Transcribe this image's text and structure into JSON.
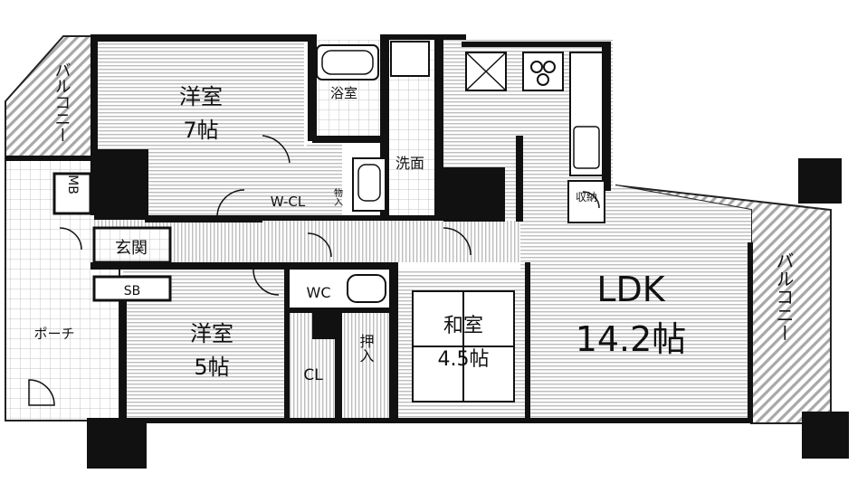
{
  "rooms": {
    "western_room_1": {
      "name": "洋室",
      "size": "7帖"
    },
    "western_room_2": {
      "name": "洋室",
      "size": "5帖"
    },
    "japanese_room": {
      "name": "和室",
      "size": "4.5帖"
    },
    "ldk": {
      "name": "LDK",
      "size": "14.2帖"
    },
    "bathroom": "浴室",
    "washroom": "洗面",
    "walk_in_closet": "W-CL",
    "toilet": "WC",
    "closet": "CL",
    "oshiire": "押入",
    "storage": "収納",
    "shelf": "物入",
    "entrance": "玄関",
    "shoe_box": "SB",
    "meter_box": "MB",
    "porch": "ポーチ"
  },
  "balconies": {
    "left": "バルコニー",
    "right": "バルコニー"
  },
  "colors": {
    "wall": "#111111",
    "floor_stripe": "#bcbcbc",
    "tile": "#c4c4c4",
    "balcony_hatch": "#a8a8a8",
    "background": "#ffffff"
  }
}
